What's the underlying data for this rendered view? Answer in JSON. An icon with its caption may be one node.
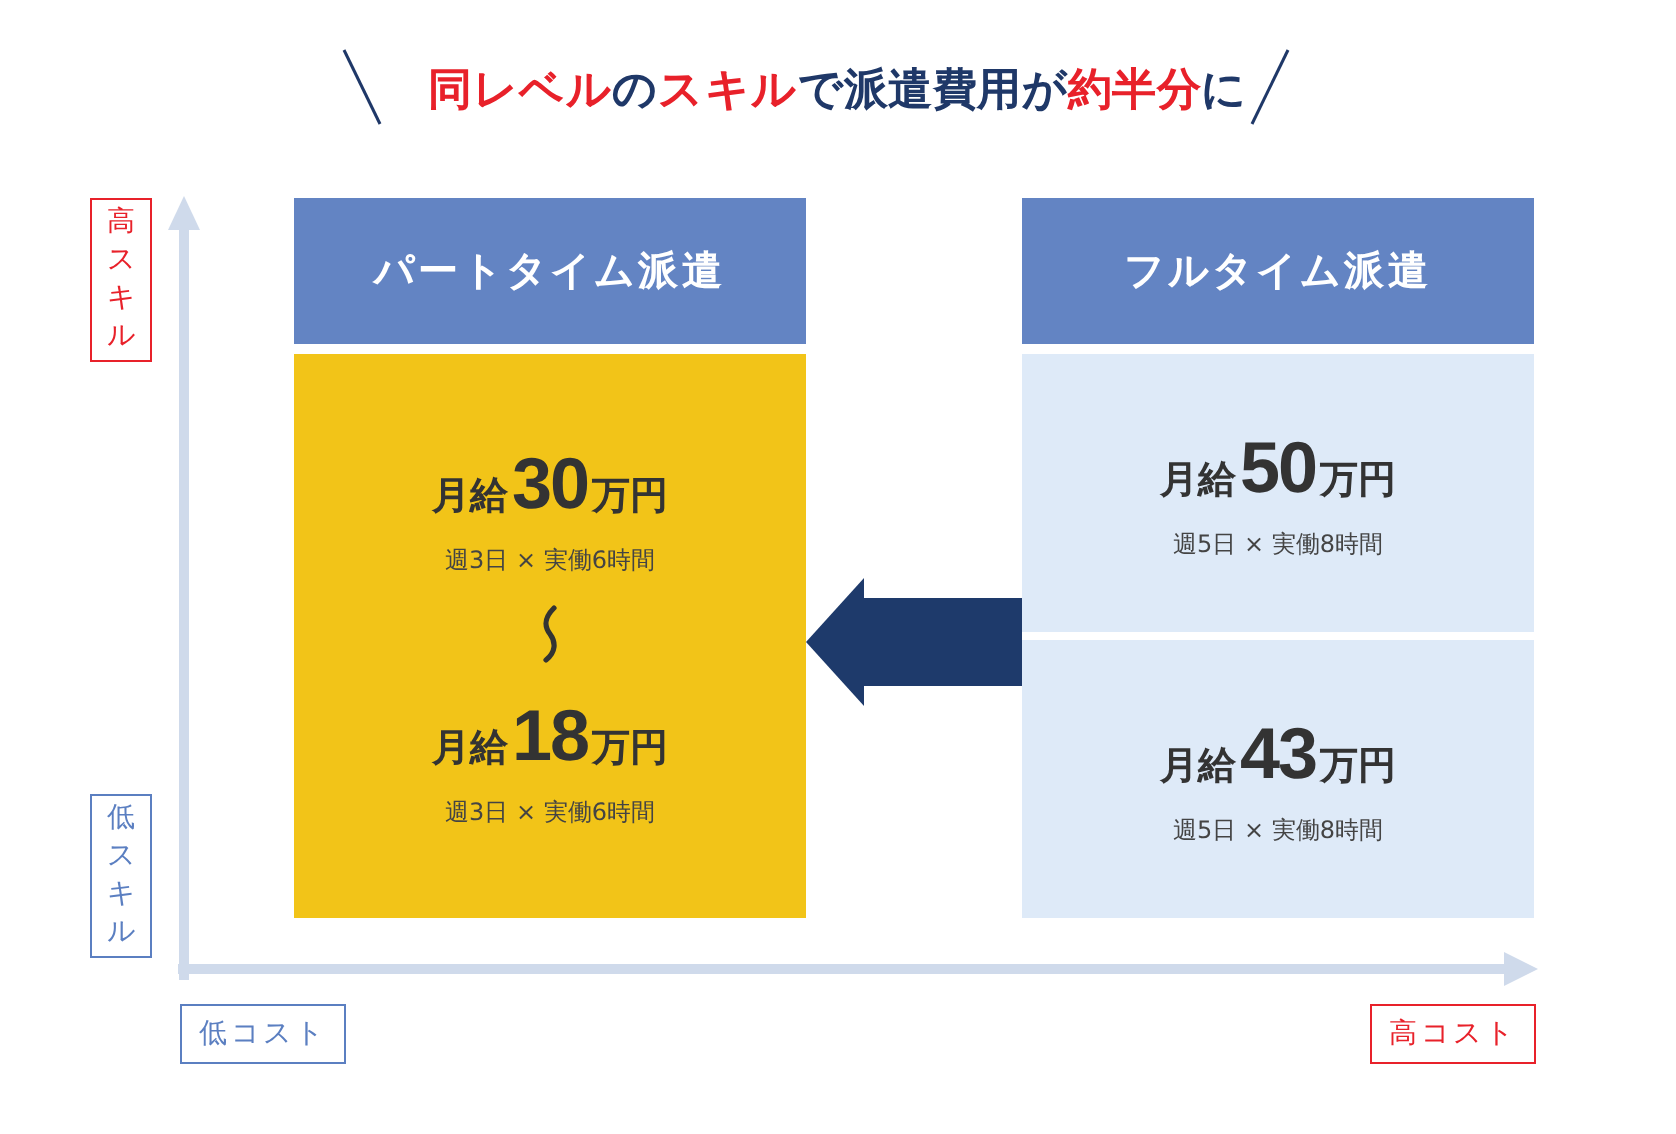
{
  "diagram": {
    "title": "**同レベル**の**スキル**で派遣費用が**約半分**に",
    "nodes": [
      {
        "text": [
          "高スキル"
        ]
      },
      {
        "text": [
          "パートタイム派遣"
        ]
      },
      {
        "text": [
          "フルタイム派遣"
        ]
      },
      {
        "text": [
          "月給30万円",
          "週3日 × 実働6時間",
          "月給18万円",
          "週3日 × 実働6時間"
        ]
      },
      {
        "text": [
          "月給50万円",
          "週5日 × 実働8時間"
        ]
      },
      {
        "text": [
          "月給43万円",
          "週5日 × 実働8時間"
        ]
      },
      {
        "text": [
          "低スキル"
        ]
      },
      {
        "text": [
          "低コスト"
        ]
      },
      {
        "text": [
          "高コスト"
        ]
      }
    ],
    "edges": [
      {
        "from": 5,
        "to": 3,
        "arrow": "to"
      }
    ]
  }
}
